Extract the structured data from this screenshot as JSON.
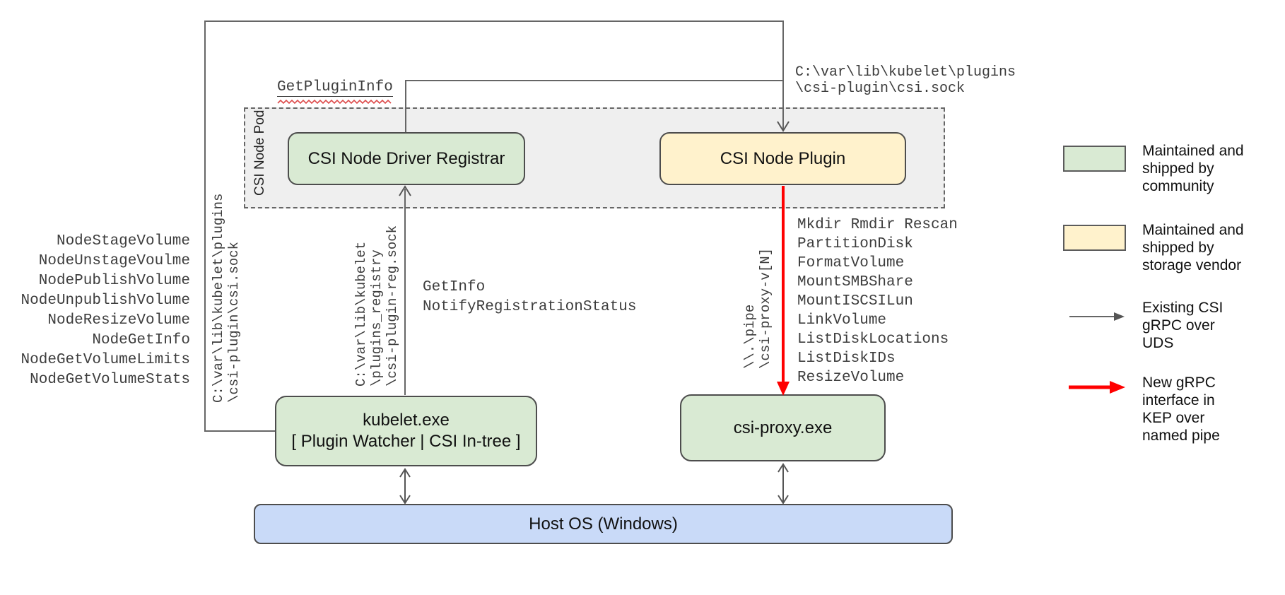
{
  "pod": {
    "label": "CSI Node Pod"
  },
  "boxes": {
    "registrar": {
      "label": "CSI Node Driver Registrar"
    },
    "plugin": {
      "label": "CSI Node Plugin"
    },
    "kubelet": {
      "line1": "kubelet.exe",
      "line2": "[ Plugin Watcher | CSI In-tree ]"
    },
    "csi_proxy": {
      "label": "csi-proxy.exe"
    },
    "host_os": {
      "label": "Host OS (Windows)"
    }
  },
  "annotations": {
    "get_plugin_info": "GetPluginInfo",
    "csi_sock_path_top": [
      "C:\\var\\lib\\kubelet\\plugins",
      "\\csi-plugin\\csi.sock"
    ],
    "csi_sock_path_left": [
      "C:\\var\\lib\\kubelet\\plugins",
      "\\csi-plugin\\csi.sock"
    ],
    "node_methods": [
      "NodeStageVolume",
      "NodeUnstageVoulme",
      "NodePublishVolume",
      "NodeUnpublishVolume",
      "NodeResizeVolume",
      "NodeGetInfo",
      "NodeGetVolumeLimits",
      "NodeGetVolumeStats"
    ],
    "registry_sock_path": [
      "C:\\var\\lib\\kubelet",
      "\\plugins_registry",
      "\\csi-plugin-reg.sock"
    ],
    "registration_calls": [
      "GetInfo",
      "NotifyRegistrationStatus"
    ],
    "pipe_path": [
      "\\\\.\\pipe",
      "\\csi-proxy-v[N]"
    ],
    "proxy_methods": [
      "Mkdir Rmdir Rescan",
      "PartitionDisk",
      "FormatVolume",
      "MountSMBShare",
      "MountISCSILun",
      "LinkVolume",
      "ListDiskLocations",
      "ListDiskIDs",
      "ResizeVolume"
    ]
  },
  "legend": {
    "items": [
      {
        "key": "community",
        "swatch": "green-box",
        "color": "#d9ead3",
        "lines": [
          "Maintained and",
          "shipped by",
          "community"
        ]
      },
      {
        "key": "vendor",
        "swatch": "yellow-box",
        "color": "#fff2cc",
        "lines": [
          "Maintained and",
          "shipped by",
          "storage vendor"
        ]
      },
      {
        "key": "existing-grpc",
        "swatch": "gray-arrow",
        "color": "#666666",
        "lines": [
          "Existing CSI",
          "gRPC over",
          "UDS"
        ]
      },
      {
        "key": "new-grpc",
        "swatch": "red-arrow",
        "color": "#ff0000",
        "lines": [
          "New gRPC",
          "interface in",
          "KEP over",
          "named pipe"
        ]
      }
    ]
  },
  "colors": {
    "community_green": "#d9ead3",
    "vendor_yellow": "#fff2cc",
    "host_os_blue": "#c9daf8",
    "pod_gray": "#efefef",
    "wire_gray": "#666666",
    "new_interface_red": "#ff0000",
    "squiggle_red": "#dd4b4b"
  }
}
